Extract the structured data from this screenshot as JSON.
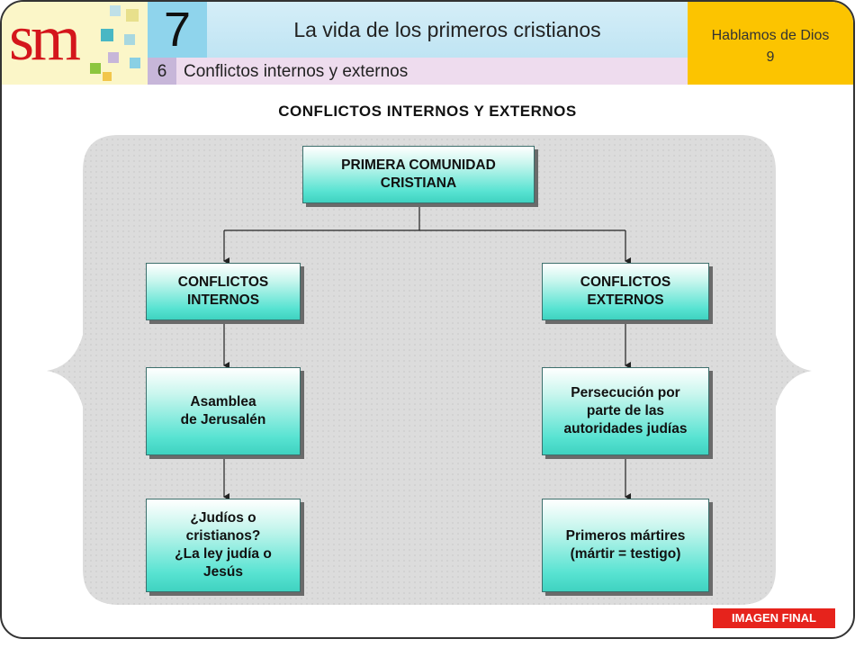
{
  "header": {
    "logo_text": "sm",
    "unit_number": "7",
    "title": "La vida de los primeros cristianos",
    "lesson_number": "6",
    "subtitle": "Conflictos internos y externos",
    "book_name": "Hablamos de Dios",
    "book_number": "9"
  },
  "heading": "CONFLICTOS INTERNOS Y EXTERNOS",
  "diagram": {
    "root": "PRIMERA COMUNIDAD\nCRISTIANA",
    "left": {
      "label": "CONFLICTOS\nINTERNOS",
      "item1": "Asamblea\nde Jerusalén",
      "item2": "¿Judíos o\ncristianos?\n¿La ley judía o\nJesús"
    },
    "right": {
      "label": "CONFLICTOS\nEXTERNOS",
      "item1": "Persecución por\nparte de las\nautoridades judías",
      "item2": "Primeros mártires\n(mártir = testigo)"
    }
  },
  "badge": "IMAGEN FINAL",
  "colors": {
    "logo_red": "#d4161c",
    "book_yellow": "#fcc400",
    "node_teal": "#3fd2c0",
    "badge_red": "#e6231c"
  }
}
